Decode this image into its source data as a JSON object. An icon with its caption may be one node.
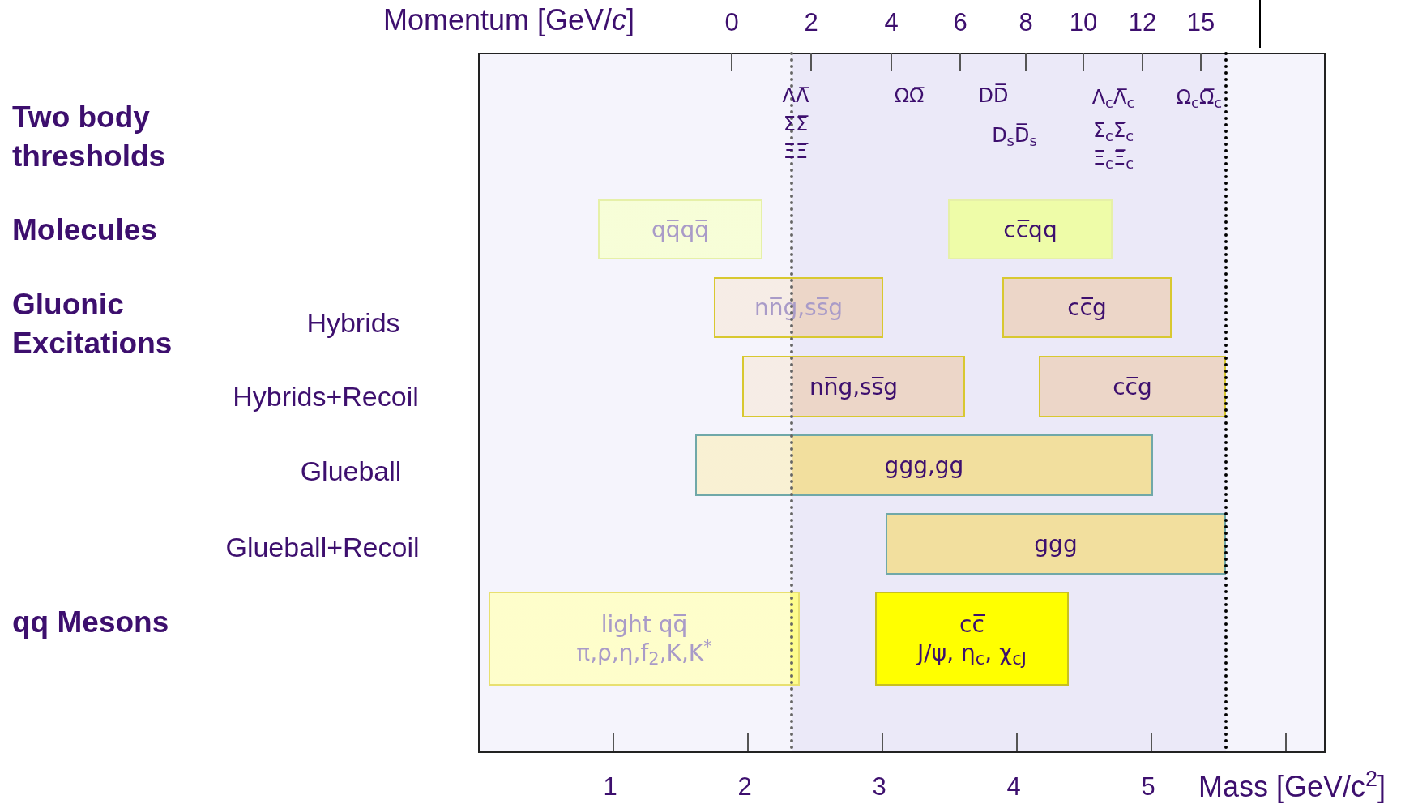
{
  "diagram": {
    "nodes": [
      {
        "text": [
          "qq̅qq̅"
        ]
      },
      {
        "text": [
          "cc̅qq"
        ]
      },
      {
        "text": [
          "nn̅g,ss̅g"
        ]
      },
      {
        "text": [
          "cc̅g"
        ]
      },
      {
        "text": [
          "nn̅g,ss̅g"
        ]
      },
      {
        "text": [
          "cc̅g"
        ]
      },
      {
        "text": [
          "ggg,gg"
        ]
      },
      {
        "text": [
          "ggg"
        ]
      },
      {
        "text": [
          "light qq̅",
          "π,ρ,η,f$_{2}$,K,K$^{*}$"
        ]
      },
      {
        "text": [
          "cc̅",
          "J/ψ, η$_{c}$, χ$_{cJ}$"
        ]
      }
    ],
    "edges": [],
    "labels": [
      "Momentum [GeV/*c*]",
      "0",
      "2",
      "4",
      "6",
      "8",
      "10",
      "12",
      "15",
      "ΛΛ̅",
      "ΣΣ̅",
      "ΞΞ̅",
      "ΩΩ̅",
      "DD̅",
      "D$_{s}$D̅$_{s}$",
      "Λ$_{c}$Λ̅$_{c}$",
      "Σ$_{c}$Σ̅$_{c}$",
      "Ξ$_{c}$Ξ̅$_{c}$",
      "Ω$_{c}$Ω̅$_{c}$",
      "Two body thresholds",
      "Molecules",
      "Gluonic Excitations",
      "Hybrids",
      "Hybrids+Recoil",
      "Glueball",
      "Glueball+Recoil",
      "qq Mesons",
      "1",
      "2",
      "3",
      "4",
      "5",
      "Mass [GeV/c$^{2}$]"
    ]
  }
}
